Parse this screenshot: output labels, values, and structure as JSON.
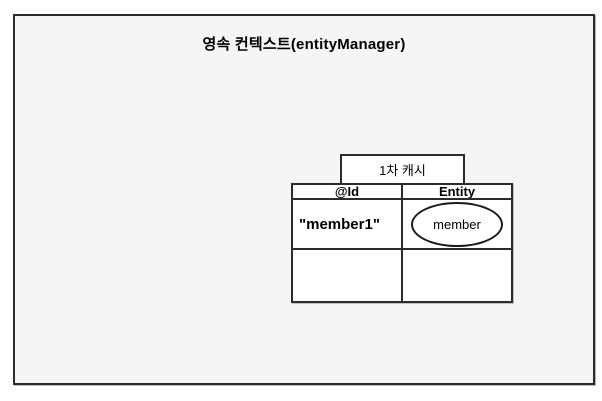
{
  "diagram": {
    "title": "영속 컨텍스트(entityManager)",
    "first_level_cache": {
      "label": "1차 캐시"
    },
    "cache_table": {
      "headers": {
        "id": "@Id",
        "entity": "Entity"
      },
      "rows": [
        {
          "id": "\"member1\"",
          "entity": "member"
        },
        {
          "id": "",
          "entity": ""
        }
      ]
    }
  },
  "colors": {
    "page_bg": "#ffffff",
    "panel_bg": "#f5f5f5",
    "cell_bg": "#ffffff",
    "line": "#2b2b2b",
    "text": "#000000"
  }
}
